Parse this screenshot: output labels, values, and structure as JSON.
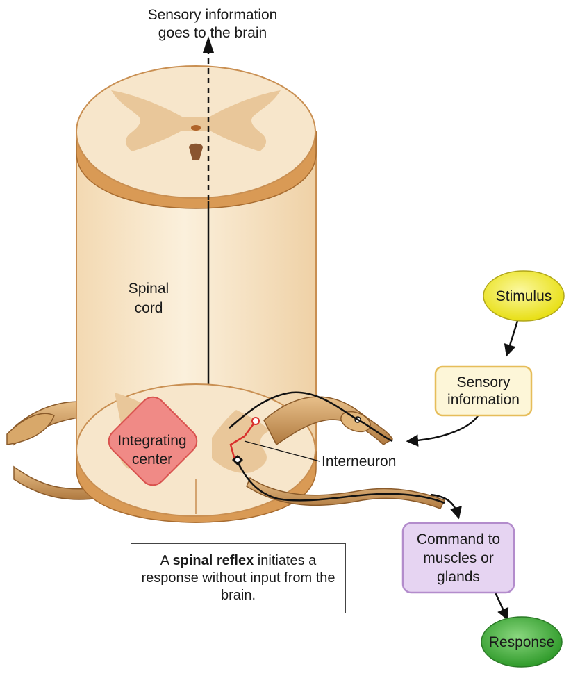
{
  "labels": {
    "sensory_to_brain": [
      "Sensory information",
      "goes to the brain"
    ],
    "spinal_cord": [
      "Spinal",
      "cord"
    ],
    "stimulus": "Stimulus",
    "sensory_information": [
      "Sensory",
      "information"
    ],
    "integrating_center": [
      "Integrating",
      "center"
    ],
    "interneuron": "Interneuron",
    "command": [
      "Command to",
      "muscles or",
      "glands"
    ],
    "response": "Response"
  },
  "caption": {
    "prefix": "A ",
    "bold": "spinal reflex",
    "suffix": " initiates a response without input from the brain."
  },
  "colors": {
    "cord_fill": "#f6e3c4",
    "cord_edge": "#c98f52",
    "gray_matter": "#e9c79a",
    "stimulus": "#f3ee3a",
    "sensory_box": "#fdf6d8",
    "sensory_box_border": "#e6bd5a",
    "integrating": "#f08a86",
    "integrating_border": "#d9534f",
    "command_box": "#e6d4f2",
    "command_box_border": "#b38ccc",
    "response": "#4fb848",
    "interneuron": "#d9302c"
  }
}
